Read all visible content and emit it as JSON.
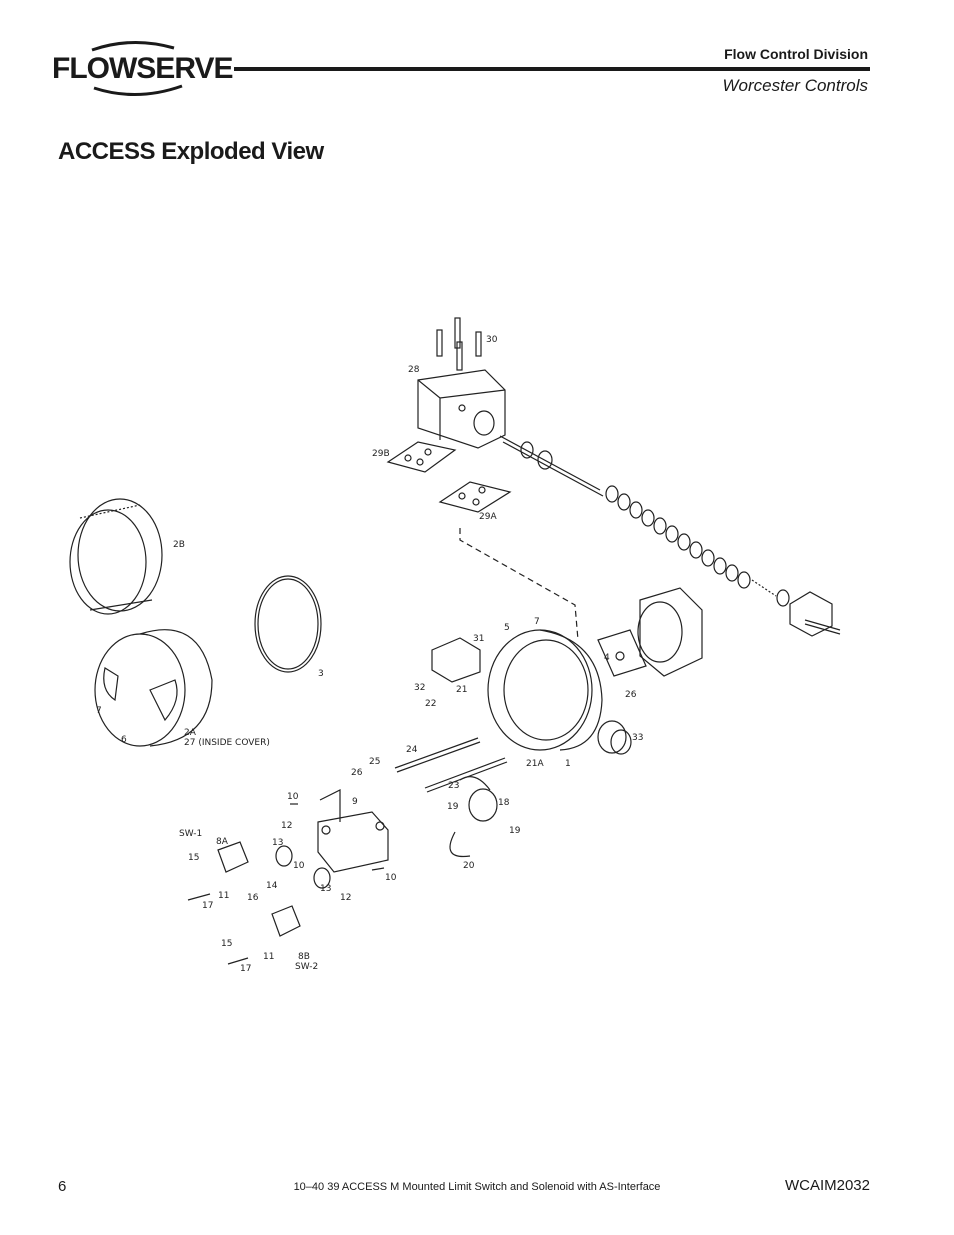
{
  "header": {
    "logo_text": "FLOWSERVE",
    "division": "Flow Control Division",
    "brand": "Worcester Controls"
  },
  "page_title": "ACCESS Exploded View",
  "diagram": {
    "labels": [
      "30",
      "28",
      "29B",
      "29A",
      "2B",
      "3",
      "2A",
      "27 (INSIDE COVER)",
      "7",
      "6",
      "5",
      "7",
      "4",
      "31",
      "32",
      "21",
      "22",
      "26",
      "24",
      "25",
      "26",
      "21A",
      "1",
      "23",
      "33",
      "10",
      "12",
      "9",
      "SW-1",
      "8A",
      "15",
      "13",
      "10",
      "14",
      "16",
      "11",
      "17",
      "13",
      "12",
      "10",
      "19",
      "18",
      "19",
      "20",
      "15",
      "11",
      "17",
      "8B",
      "SW-2"
    ]
  },
  "footer": {
    "page_number": "6",
    "document_title": "10–40 39 ACCESS M Mounted Limit Switch and Solenoid with AS-Interface",
    "document_code": "WCAIM2032"
  }
}
